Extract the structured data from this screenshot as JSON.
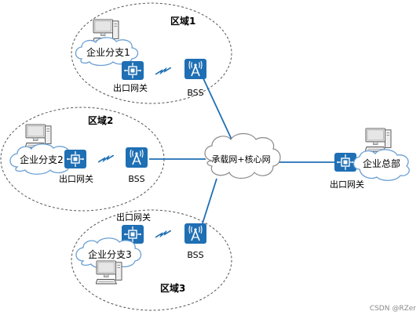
{
  "regions": [
    {
      "title": "区域1",
      "branch": "企业分支1",
      "gateway": "出口网关",
      "bss": "BSS"
    },
    {
      "title": "区域2",
      "branch": "企业分支2",
      "gateway": "出口网关",
      "bss": "BSS"
    },
    {
      "title": "区域3",
      "branch": "企业分支3",
      "gateway": "出口网关",
      "bss": "BSS"
    }
  ],
  "core": {
    "label": "承载网+核心网"
  },
  "hq": {
    "label": "企业总部",
    "gateway": "出口网关"
  },
  "watermark": "CSDN @RZer",
  "colors": {
    "device_blue": "#1f6fb4",
    "link_blue": "#1f6fb4",
    "cloud_stroke": "#6a9fd4",
    "dash": "#555555"
  }
}
